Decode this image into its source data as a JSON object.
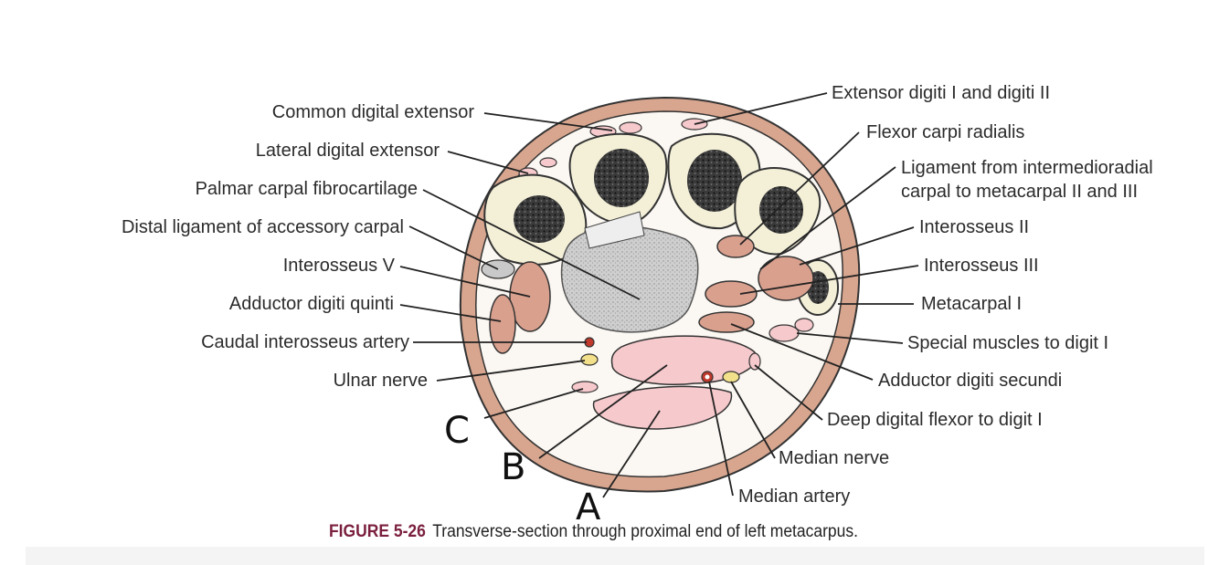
{
  "labels_left": {
    "common_digital_extensor": "Common digital extensor",
    "lateral_digital_extensor": "Lateral digital extensor",
    "palmar_carpal_fibrocartilage": "Palmar carpal fibrocartilage",
    "distal_ligament_accessory_carpal": "Distal ligament of accessory carpal",
    "interosseus_v": "Interosseus V",
    "adductor_digiti_quinti": "Adductor digiti quinti",
    "caudal_interosseus_artery": "Caudal interosseus artery",
    "ulnar_nerve": "Ulnar nerve"
  },
  "labels_right": {
    "extensor_digiti_i_ii": "Extensor digiti I and digiti II",
    "flexor_carpi_radialis": "Flexor carpi radialis",
    "ligament_line1": "Ligament from intermedioradial",
    "ligament_line2": "carpal to metacarpal II and III",
    "interosseus_ii": "Interosseus II",
    "interosseus_iii": "Interosseus III",
    "metacarpal_i": "Metacarpal I",
    "special_muscles": "Special muscles to digit I",
    "adductor_digiti_secundi": "Adductor digiti secundi",
    "deep_digital_flexor": "Deep digital flexor to digit I",
    "median_nerve": "Median nerve",
    "median_artery": "Median artery"
  },
  "handwritten": {
    "a": "A",
    "b": "B",
    "c": "C"
  },
  "caption": {
    "figure": "FIGURE 5-26",
    "text": "Transverse-section through proximal end of left metacarpus."
  },
  "colors": {
    "skin": "#d8a68f",
    "muscle": "#d9a08e",
    "bone": "#f4f0d8",
    "marrow": "#1a1a1a",
    "fibrocartilage": "#c9c9c9",
    "tendon_pink": "#f6c9cc",
    "nerve_yellow": "#f3e08a",
    "artery_red": "#c0392b",
    "caption_accent": "#7a1f3d"
  }
}
